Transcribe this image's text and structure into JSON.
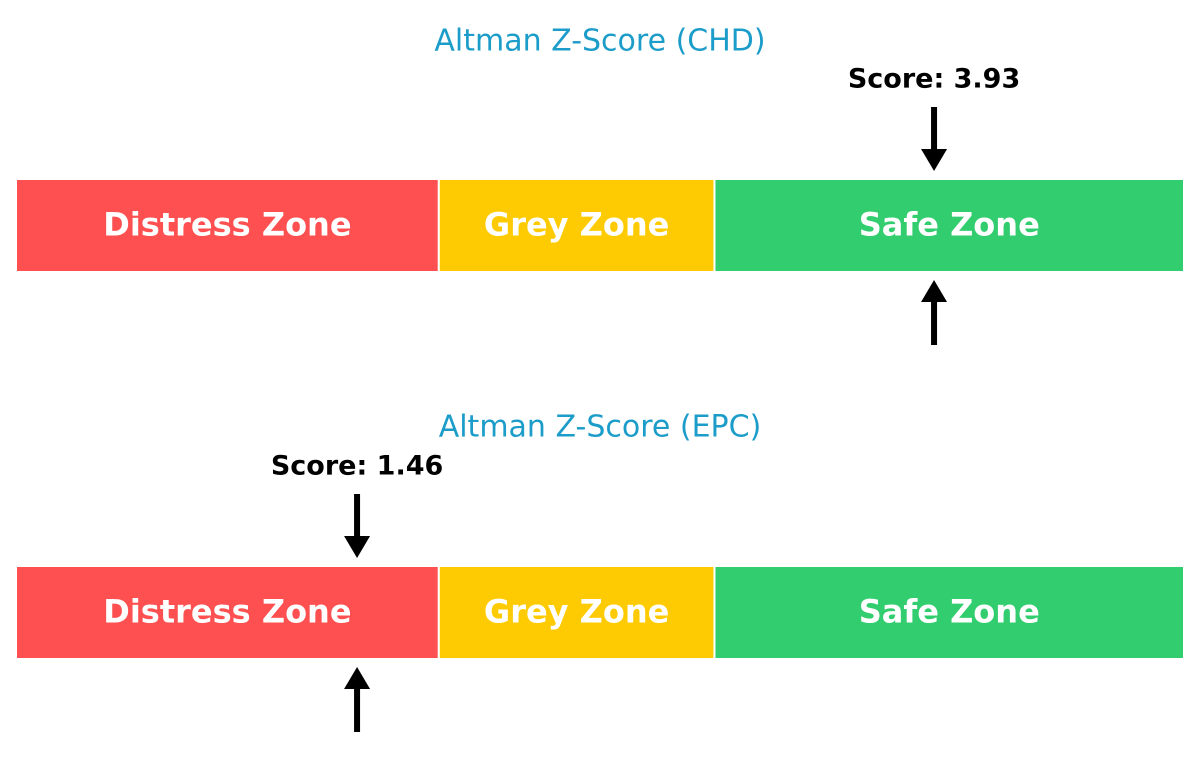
{
  "colors": {
    "title": "#1c9dc9",
    "distress": "#fe5050",
    "grey": "#fecb02",
    "safe": "#32cd6e",
    "arrow": "#000000",
    "zone_text": "#ffffff"
  },
  "chart_data": [
    {
      "type": "gauge",
      "title": "Altman Z-Score (CHD)",
      "score": 3.93,
      "score_label": "Score: 3.93",
      "xlim": [
        0,
        5
      ],
      "zones": [
        {
          "name": "Distress Zone",
          "from": 0,
          "to": 1.81
        },
        {
          "name": "Grey Zone",
          "from": 1.81,
          "to": 2.99
        },
        {
          "name": "Safe Zone",
          "from": 2.99,
          "to": 5
        }
      ]
    },
    {
      "type": "gauge",
      "title": "Altman Z-Score (EPC)",
      "score": 1.46,
      "score_label": "Score: 1.46",
      "xlim": [
        0,
        5
      ],
      "zones": [
        {
          "name": "Distress Zone",
          "from": 0,
          "to": 1.81
        },
        {
          "name": "Grey Zone",
          "from": 1.81,
          "to": 2.99
        },
        {
          "name": "Safe Zone",
          "from": 2.99,
          "to": 5
        }
      ]
    }
  ]
}
